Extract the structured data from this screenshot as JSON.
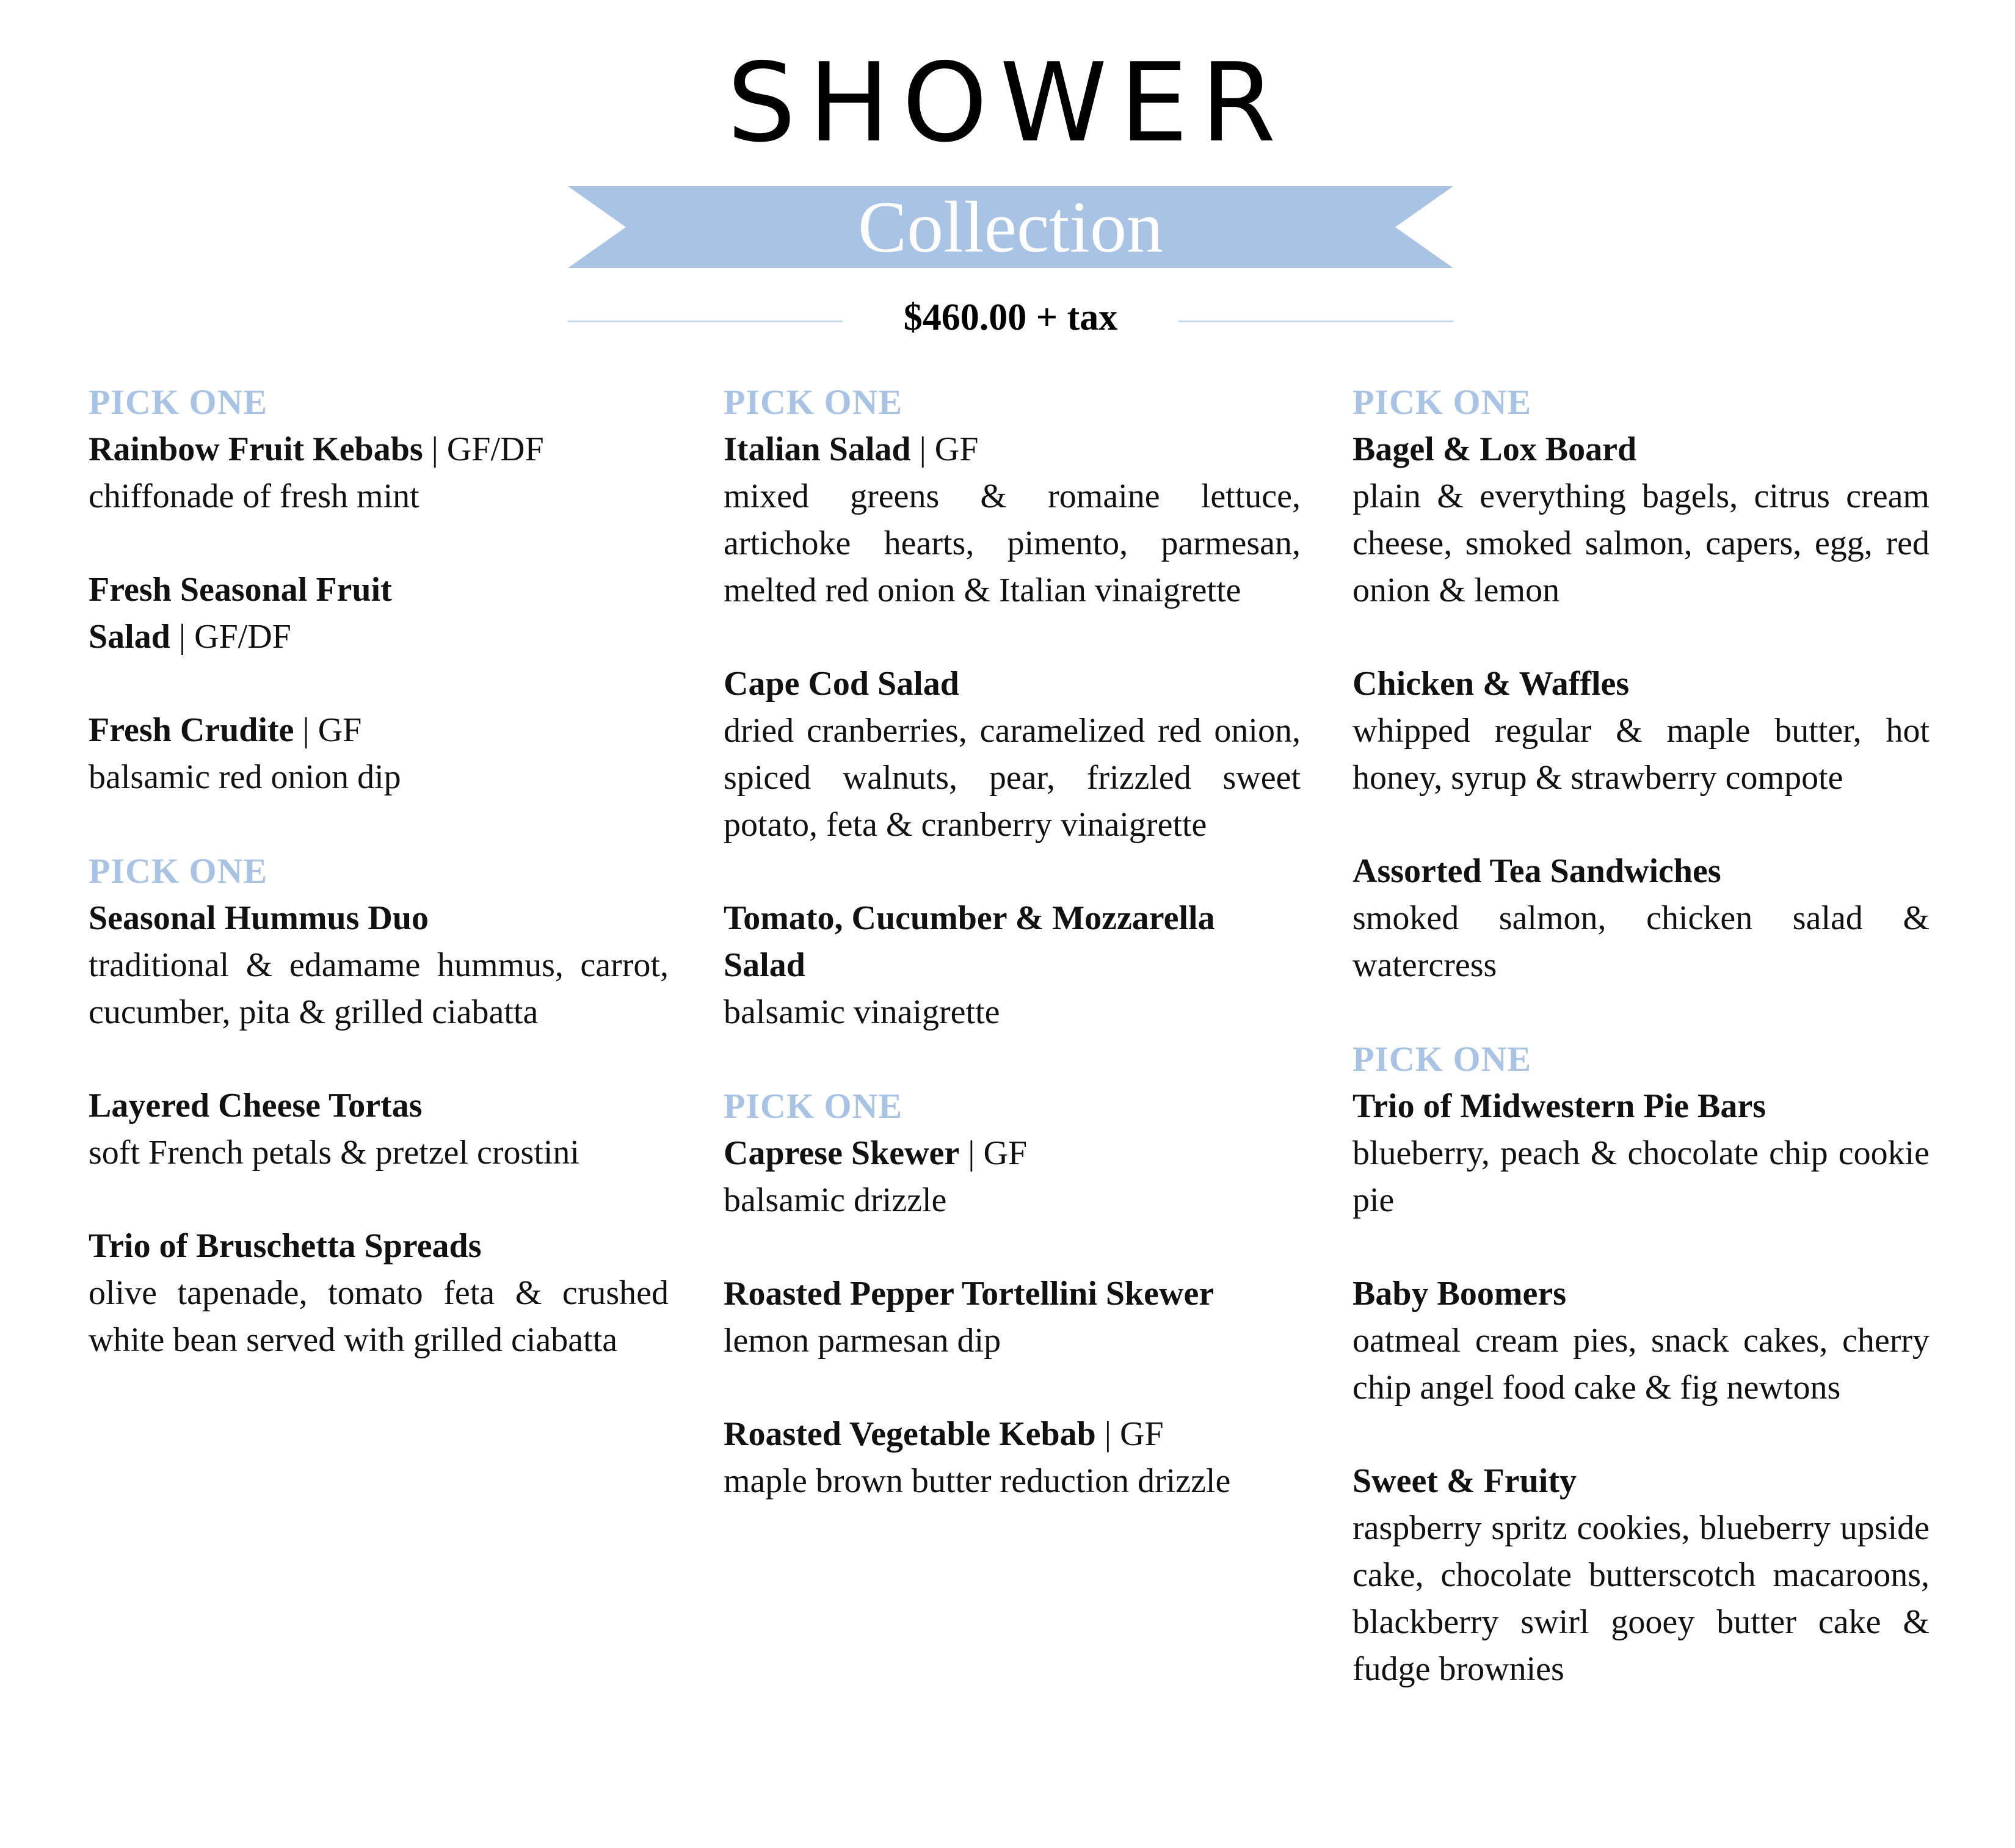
{
  "header": {
    "title": "SHOWER",
    "ribbon_text": "Collection",
    "price": "$460.00 + tax",
    "accent_color": "#a9c3e4"
  },
  "columns": [
    {
      "sections": [
        {
          "heading": "PICK ONE",
          "items": [
            {
              "name": "Rainbow Fruit Kebabs",
              "tag": " | GF/DF",
              "desc": "chiffonade of fresh mint"
            },
            {
              "name": "Fresh Seasonal Fruit Salad",
              "tag": " | GF/DF",
              "desc": ""
            },
            {
              "name": "Fresh Crudite",
              "tag": " | GF",
              "desc": "balsamic red onion dip"
            }
          ]
        },
        {
          "heading": "PICK ONE",
          "items": [
            {
              "name": "Seasonal Hummus Duo",
              "tag": "",
              "desc": "traditional & edamame hummus, carrot, cucumber, pita & grilled ciabatta"
            },
            {
              "name": "Layered Cheese Tortas",
              "tag": "",
              "desc": "soft French petals & pretzel crostini"
            },
            {
              "name": "Trio of Bruschetta Spreads",
              "tag": "",
              "desc": "olive tapenade, tomato feta & crushed white bean served with grilled ciabatta"
            }
          ]
        }
      ]
    },
    {
      "sections": [
        {
          "heading": "PICK ONE",
          "items": [
            {
              "name": "Italian Salad",
              "tag": " | GF",
              "desc": "mixed greens & romaine lettuce, artichoke hearts, pimento, parmesan, melted red onion & Italian vinaigrette"
            },
            {
              "name": "Cape Cod Salad",
              "tag": "",
              "desc": "dried cranberries, caramelized red onion, spiced walnuts, pear, frizzled sweet potato, feta & cranberry vinaigrette"
            },
            {
              "name": "Tomato, Cucumber & Mozzarella Salad",
              "tag": "",
              "desc": "balsamic vinaigrette"
            }
          ]
        },
        {
          "heading": "PICK ONE",
          "items": [
            {
              "name": "Caprese Skewer",
              "tag": " | GF",
              "desc": "balsamic drizzle"
            },
            {
              "name": "Roasted Pepper Tortellini Skewer",
              "tag": "",
              "desc": "lemon parmesan dip"
            },
            {
              "name": "Roasted Vegetable Kebab",
              "tag": " | GF",
              "desc": "maple brown butter reduction drizzle"
            }
          ]
        }
      ]
    },
    {
      "sections": [
        {
          "heading": "PICK ONE",
          "items": [
            {
              "name": "Bagel & Lox Board",
              "tag": "",
              "desc": "plain & everything bagels, citrus cream cheese, smoked salmon, capers, egg, red onion & lemon"
            },
            {
              "name": "Chicken & Waffles",
              "tag": "",
              "desc": "whipped regular & maple butter, hot honey, syrup & strawberry compote"
            },
            {
              "name": "Assorted Tea Sandwiches",
              "tag": "",
              "desc": "smoked salmon, chicken salad & watercress"
            }
          ]
        },
        {
          "heading": "PICK ONE",
          "items": [
            {
              "name": "Trio of Midwestern Pie Bars",
              "tag": "",
              "desc": "blueberry, peach & chocolate chip cookie pie"
            },
            {
              "name": "Baby Boomers",
              "tag": "",
              "desc": "oatmeal cream pies, snack cakes, cherry chip angel food cake & fig newtons"
            },
            {
              "name": "Sweet & Fruity",
              "tag": "",
              "desc": "raspberry spritz cookies, blueberry upside cake, chocolate butterscotch macaroons, blackberry swirl gooey butter cake & fudge brownies"
            }
          ]
        }
      ]
    }
  ]
}
